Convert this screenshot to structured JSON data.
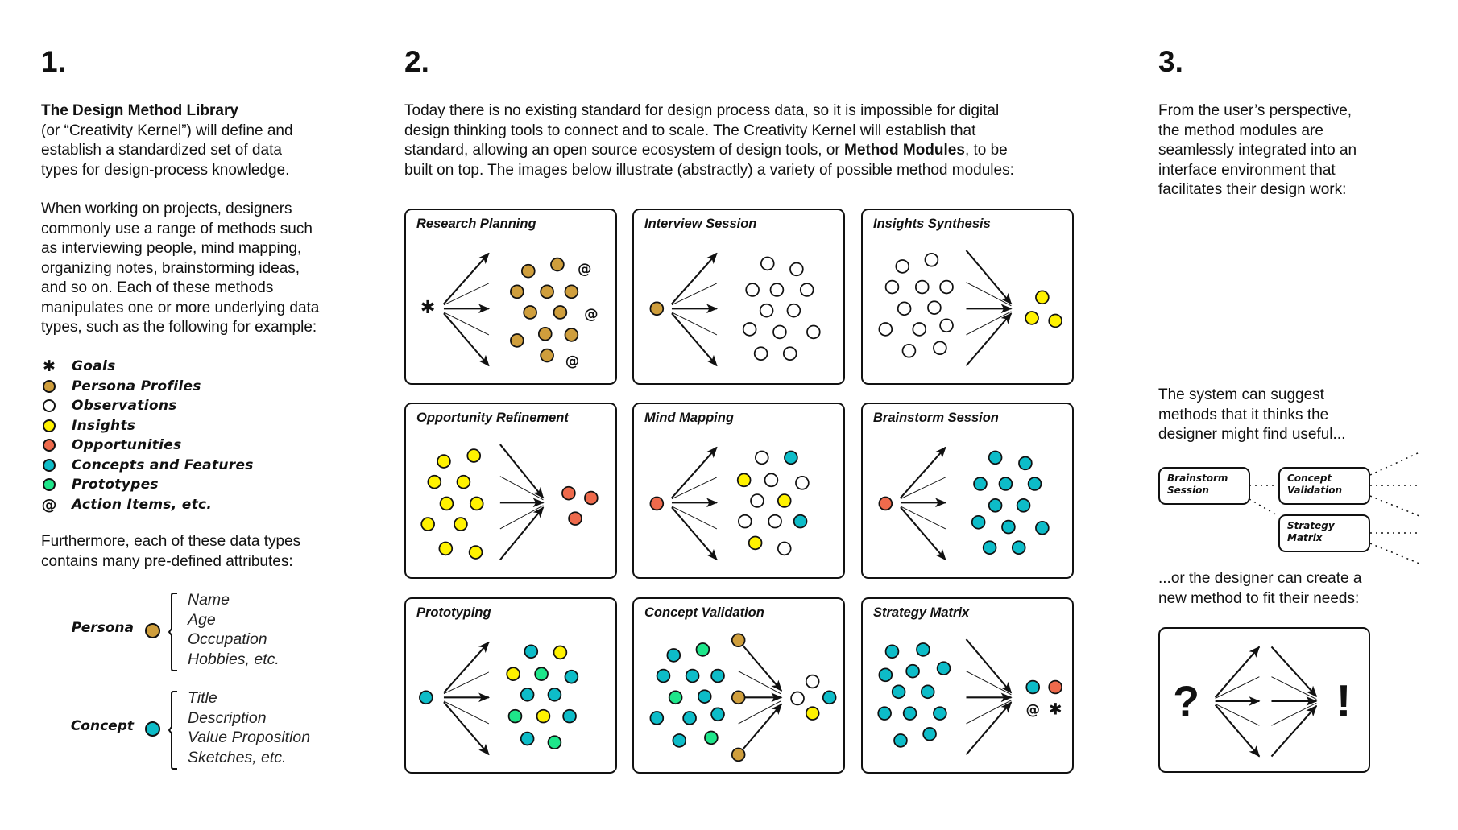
{
  "colors": {
    "persona": "#CF9E3C",
    "observation": "#FFFFFF",
    "insight": "#FFF200",
    "opportunity": "#EE6A4C",
    "concept": "#0DBCC8",
    "prototype": "#1EE68A",
    "outline": "#111111"
  },
  "section1": {
    "number": "1.",
    "title": "The Design Method Library",
    "p1": [
      "(or “Creativity Kernel”) will define and",
      "establish a standardized set of data",
      "types for design-process knowledge."
    ],
    "p2": [
      "When working on projects, designers",
      "commonly use a range of methods such",
      "as interviewing people, mind mapping,",
      "organizing notes, brainstorming ideas,",
      "and so on. Each of these methods",
      "manipulates one or more underlying data",
      "types, such as the following for example:"
    ],
    "legend": [
      {
        "symbol": "✱",
        "kind": "goal",
        "label": "Goals"
      },
      {
        "kind": "persona",
        "label": "Persona Profiles"
      },
      {
        "kind": "observation",
        "label": "Observations"
      },
      {
        "kind": "insight",
        "label": "Insights"
      },
      {
        "kind": "opportunity",
        "label": "Opportunities"
      },
      {
        "kind": "concept",
        "label": "Concepts and Features"
      },
      {
        "kind": "prototype",
        "label": "Prototypes"
      },
      {
        "symbol": "@",
        "kind": "action",
        "label": "Action Items, etc."
      }
    ],
    "p3": [
      "Furthermore, each of these data types",
      "contains many pre-defined attributes:"
    ],
    "attributes": [
      {
        "type": "Persona",
        "kind": "persona",
        "fields": [
          "Name",
          "Age",
          "Occupation",
          "Hobbies, etc."
        ]
      },
      {
        "type": "Concept",
        "kind": "concept",
        "fields": [
          "Title",
          "Description",
          "Value Proposition",
          "Sketches, etc."
        ]
      }
    ]
  },
  "section2": {
    "number": "2.",
    "lines": [
      "Today there is no existing standard for design process data, so it is impossible for digital",
      "design thinking tools to connect and to scale. The Creativity Kernel will establish that"
    ],
    "line3_before": "standard, allowing an open source ecosystem of design tools, or ",
    "line3_bold": "Method Modules",
    "line3_after": ", to be",
    "line4": "built on top. The images below illustrate (abstractly) a variety of possible method modules:",
    "methods": [
      {
        "title": "Research Planning"
      },
      {
        "title": "Interview Session"
      },
      {
        "title": "Insights Synthesis"
      },
      {
        "title": "Opportunity Refinement"
      },
      {
        "title": "Mind Mapping"
      },
      {
        "title": "Brainstorm Session"
      },
      {
        "title": "Prototyping"
      },
      {
        "title": "Concept Validation"
      },
      {
        "title": "Strategy Matrix"
      }
    ],
    "glyphs": {
      "goal": "✱",
      "action": "@"
    }
  },
  "section3": {
    "number": "3.",
    "p1": [
      "From the user’s perspective,",
      "the method modules are",
      "seamlessly integrated into an",
      "interface environment that",
      "facilitates their design work:"
    ],
    "p2": [
      "The system can suggest",
      "methods that it thinks the",
      "designer might find useful..."
    ],
    "suggestions": [
      {
        "line1": "Brainstorm",
        "line2": "Session"
      },
      {
        "line1": "Concept",
        "line2": "Validation"
      },
      {
        "line1": "Strategy",
        "line2": "Matrix"
      }
    ],
    "p3": [
      "...or the designer can create a",
      "new method to fit their needs:"
    ],
    "custom_method": {
      "input_symbol": "?",
      "output_symbol": "!"
    }
  }
}
